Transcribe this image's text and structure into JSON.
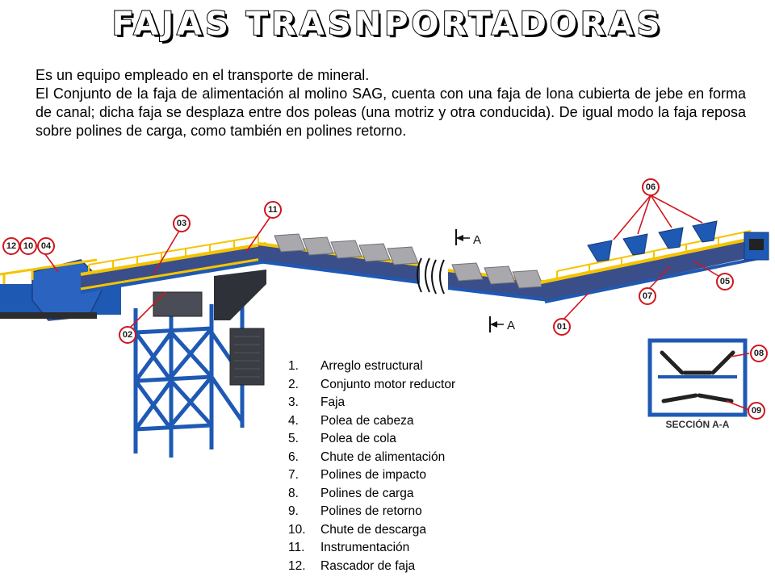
{
  "title": "FAJAS TRASNPORTADORAS",
  "intro": {
    "line1": "Es un equipo empleado en el transporte de mineral.",
    "line2": "El Conjunto de la faja de alimentación al molino SAG, cuenta con una faja de lona cubierta de jebe en forma de canal; dicha faja se desplaza entre dos poleas (una motriz y otra conducida). De igual modo la faja reposa sobre polines de carga, como también en polines retorno."
  },
  "diagram": {
    "section_marker": "A",
    "section_label": "SECCIÓN A-A",
    "callouts": [
      "12",
      "10",
      "04",
      "03",
      "11",
      "02",
      "06",
      "05",
      "07",
      "01",
      "08",
      "09"
    ]
  },
  "parts": [
    {
      "num": "1.",
      "label": "Arreglo estructural"
    },
    {
      "num": "2.",
      "label": "Conjunto motor reductor"
    },
    {
      "num": "3.",
      "label": "Faja"
    },
    {
      "num": "4.",
      "label": "Polea de cabeza"
    },
    {
      "num": "5.",
      "label": "Polea de cola"
    },
    {
      "num": "6.",
      "label": "Chute de alimentación"
    },
    {
      "num": "7.",
      "label": "Polines de impacto"
    },
    {
      "num": "8.",
      "label": "Polines de carga"
    },
    {
      "num": "9.",
      "label": "Polines de retorno"
    },
    {
      "num": "10.",
      "label": "Chute de descarga"
    },
    {
      "num": "11.",
      "label": "Instrumentación"
    },
    {
      "num": "12.",
      "label": "Rascador de faja"
    }
  ],
  "colors": {
    "structure_blue": "#1e59b4",
    "handrail_yellow": "#f5c400",
    "callout_red": "#d0161e"
  }
}
